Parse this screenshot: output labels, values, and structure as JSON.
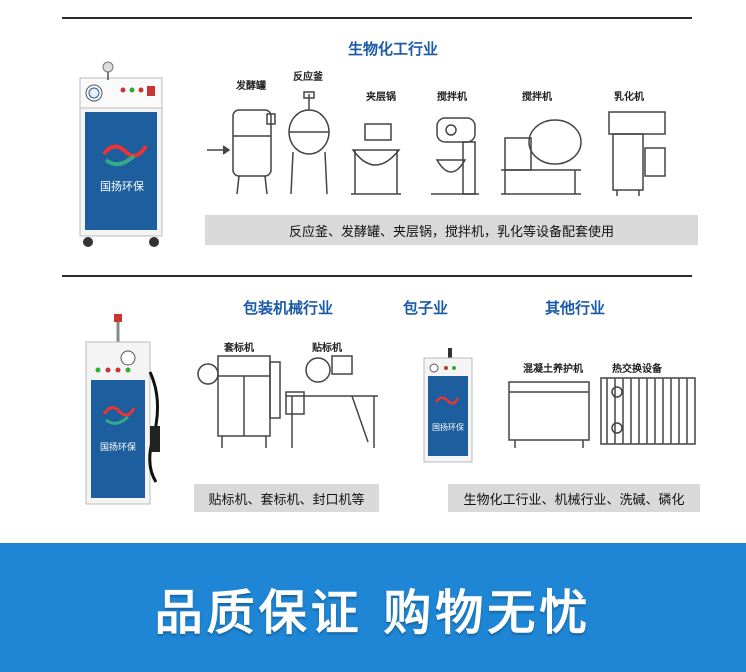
{
  "section1": {
    "title": "生物化工行业",
    "machines": [
      "发酵罐",
      "反应釜",
      "夹层锅",
      "搅拌机",
      "搅拌机",
      "乳化机"
    ],
    "caption": "反应釜、发酵罐、夹层锅，搅拌机，乳化等设备配套使用"
  },
  "section2": {
    "packaging_title": "包装机械行业",
    "packaging_machines": [
      "套标机",
      "贴标机"
    ],
    "packaging_caption": "贴标机、套标机、封口机等",
    "food_title": "包子业",
    "other_title": "其他行业",
    "other_machines": [
      "混凝土养护机",
      "热交换设备"
    ],
    "other_caption": "生物化工行业、机械行业、洗碱、磷化"
  },
  "brand": "国扬环保",
  "banner": {
    "text": "品质保证 购物无忧"
  },
  "colors": {
    "accent": "#1a5aa8",
    "banner": "#1e86d4",
    "panel": "#1d5f9e"
  }
}
